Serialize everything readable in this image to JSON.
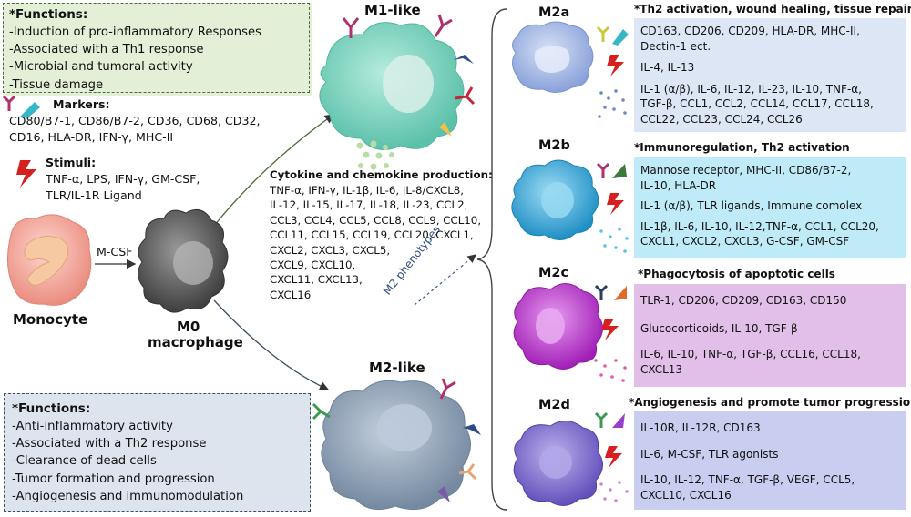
{
  "m1_functions": {
    "heading": "*Functions:",
    "items": [
      "-Induction of pro-inflammatory Responses",
      "-Associated with a Th1 response",
      "-Microbial and tumoral activity",
      "-Tissue damage"
    ]
  },
  "m1_markers": {
    "heading": "Markers:",
    "lines": [
      "CD80/B7-1, CD86/B7-2, CD36, CD68, CD32,",
      "CD16, HLA-DR, IFN-γ, MHC-II"
    ]
  },
  "m1_stimuli": {
    "heading": "Stimuli:",
    "lines": [
      "TNF-α, LPS, IFN-γ, GM-CSF,",
      "TLR/IL-1R Ligand"
    ]
  },
  "cells": {
    "m1": "M1-like",
    "m2": "M2-like",
    "monocyte": "Monocyte",
    "m0_1": "M0",
    "m0_2": "macrophage"
  },
  "arrows": {
    "mcsf": "M-CSF",
    "m2_phenotypes": "M2 phenotypes"
  },
  "cytokines": {
    "heading": "Cytokine and chemokine production:",
    "lines": [
      "TNF-α, IFN-γ, IL-1β, IL-6, IL-8/CXCL8,",
      "IL-12, IL-15, IL-17, IL-18, IL-23, CCL2,",
      "CCL3, CCL4, CCL5, CCL8, CCL9, CCL10,",
      "CCL11, CCL15, CCL19, CCL20, CXCL1,",
      "CXCL2, CXCL3, CXCL5,",
      "CXCL9, CXCL10,",
      "CXCL11, CXCL13,",
      "CXCL16"
    ]
  },
  "m2_functions": {
    "heading": "*Functions:",
    "items": [
      "-Anti-inflammatory activity",
      "-Associated with a Th2 response",
      "-Clearance of dead cells",
      "-Tumor formation and progression",
      "-Angiogenesis and immunomodulation"
    ]
  },
  "subtypes": [
    {
      "name": "M2a",
      "heading": "*Th2 activation, wound healing, tissue repair",
      "color": "#dde6f5",
      "markers": [
        "CD163, CD206, CD209, HLA-DR, MHC-II,",
        "Dectin-1 ect."
      ],
      "stimuli": [
        "IL-4, IL-13"
      ],
      "products": [
        "IL-1 (α/β), IL-6, IL-12, IL-23, IL-10, TNF-α,",
        "TGF-β, CCL1, CCL2, CCL14, CCL17, CCL18,",
        "CCL22, CCL23, CCL24, CCL26"
      ]
    },
    {
      "name": "M2b",
      "heading": "*Immunoregulation, Th2 activation",
      "color": "#bfeaf7",
      "markers": [
        "Mannose receptor, MHC-II, CD86/B7-2,",
        "IL-10, HLA-DR"
      ],
      "stimuli": [
        "IL-1 (α/β), TLR ligands, Immune comolex"
      ],
      "products": [
        "IL-1β, IL-6, IL-10, IL-12,TNF-α, CCL1, CCL20,",
        "CXCL1, CXCL2, CXCL3, G-CSF, GM-CSF"
      ]
    },
    {
      "name": "M2c",
      "heading": "*Phagocytosis of apoptotic cells",
      "color": "#e2bfe9",
      "markers": [
        "TLR-1, CD206, CD209, CD163, CD150"
      ],
      "stimuli": [
        "Glucocorticoids, IL-10, TGF-β"
      ],
      "products": [
        "IL-6, IL-10, TNF-α, TGF-β, CCL16, CCL18,",
        "CXCL13"
      ]
    },
    {
      "name": "M2d",
      "heading": "*Angiogenesis and promote tumor progression",
      "color": "#c9cdf0",
      "markers": [
        "IL-10R, IL-12R, CD163"
      ],
      "stimuli": [
        "IL-6, M-CSF, TLR agonists"
      ],
      "products": [
        "IL-10, IL-12, TNF-α, TGF-β, VEGF, CCL5,",
        "CXCL10, CXCL16"
      ]
    }
  ],
  "colors": {
    "m1_cell": "#7fd3bf",
    "m2_cell": "#8ea1b6",
    "monocyte": "#f2a79b",
    "m0": "#6b6b6b",
    "m2a": "#98aee0",
    "m2b": "#2fa6d8",
    "m2c": "#b52fc9",
    "m2d": "#7a63c7",
    "m1_box": "#e3efd6",
    "m2_box": "#dde4ee"
  }
}
